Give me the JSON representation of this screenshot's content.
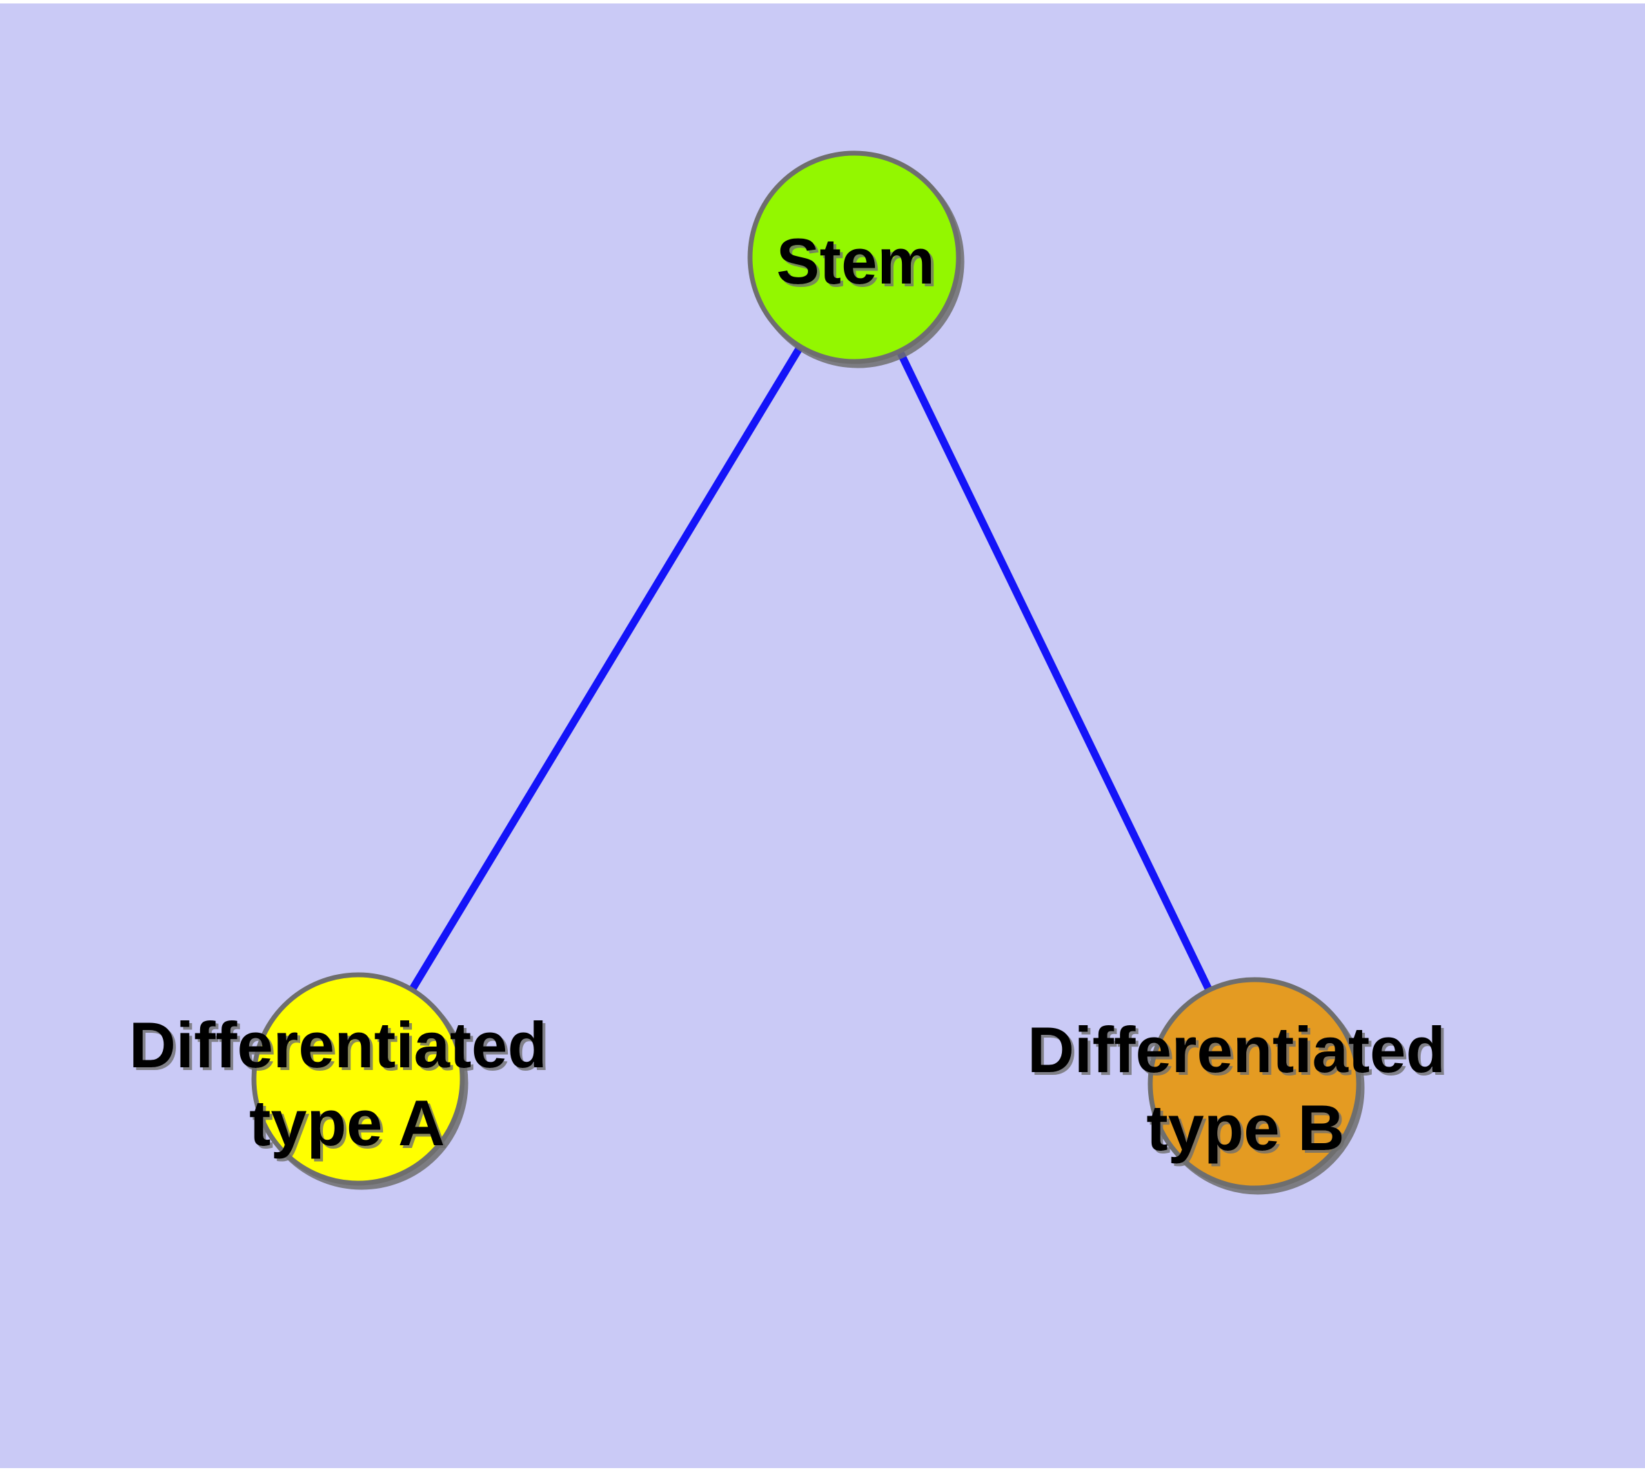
{
  "diagram": {
    "background_color": "#CACAF6",
    "page_margin_color": "#FFFFFF",
    "edge_color": "#1414F8",
    "node_border_color": "#6E6E6E",
    "shadow_color": "#6E6E6E",
    "label_color": "#000000",
    "nodes": [
      {
        "id": "stem",
        "label": "Stem",
        "fill": "#93F703"
      },
      {
        "id": "differentiated-type-a",
        "label_line1": "Differentiated",
        "label_line2": "type A",
        "fill": "#FFFF00"
      },
      {
        "id": "differentiated-type-b",
        "label_line1": "Differentiated",
        "label_line2": "type B",
        "fill": "#E49B20"
      }
    ],
    "edges": [
      {
        "from": "Stem",
        "to": "Differentiated type A"
      },
      {
        "from": "Stem",
        "to": "Differentiated type B"
      }
    ]
  }
}
